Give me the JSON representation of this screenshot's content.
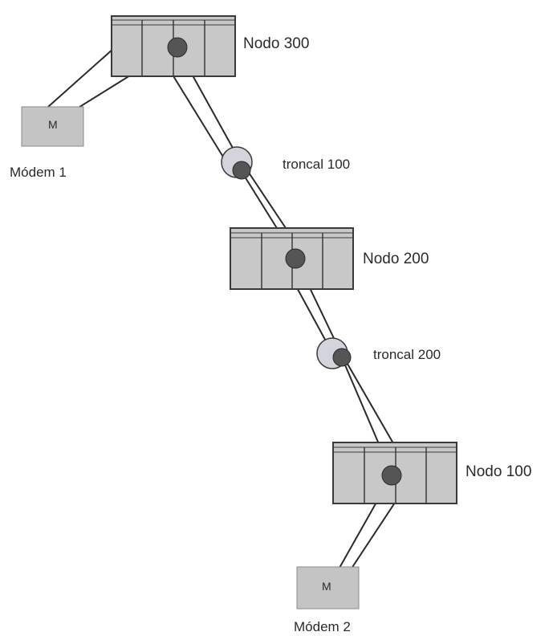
{
  "nodes": [
    {
      "label": "Nodo 300"
    },
    {
      "label": "Nodo 200"
    },
    {
      "label": "Nodo 100"
    }
  ],
  "trunks": [
    {
      "label": "troncal 100"
    },
    {
      "label": "troncal 200"
    }
  ],
  "modems": [
    {
      "label": "Módem 1",
      "glyph": "M"
    },
    {
      "label": "Módem 2",
      "glyph": "M"
    }
  ],
  "colors": {
    "node_fill": "#c8c8c8",
    "node_border": "#3a3a3a",
    "port_dot": "#555555",
    "trunk_ring_fill": "#d4d4dc",
    "modem_fill": "#c4c4c4",
    "line": "#2a2a2a"
  }
}
